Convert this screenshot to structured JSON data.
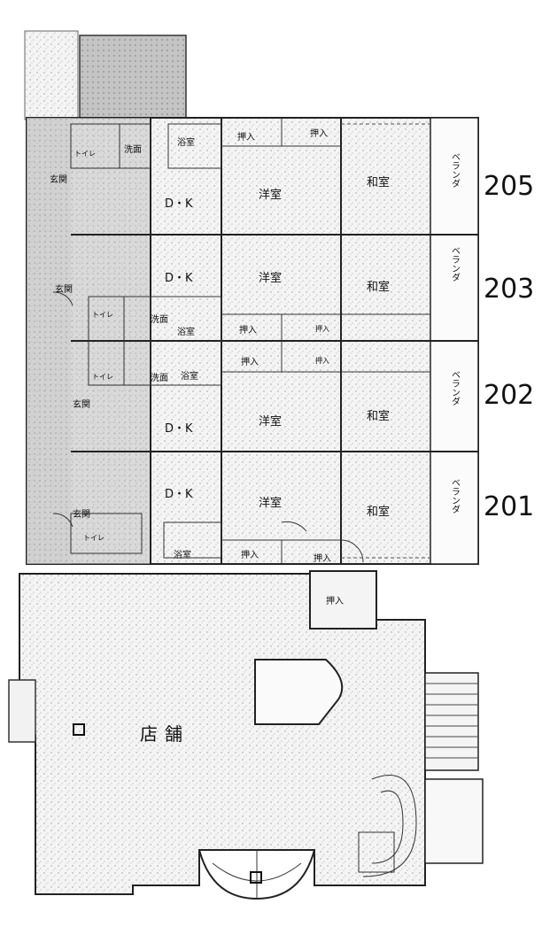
{
  "unit_numbers": [
    "205",
    "203",
    "202",
    "201"
  ],
  "labels": {
    "oshiire": "押入",
    "washitsu": "和室",
    "youshitsu": "洋室",
    "dk": "D・K",
    "genkan": "玄関",
    "toilet": "トイレ",
    "senmen": "洗面",
    "yokushitsu": "浴室",
    "veranda": "ベランダ",
    "tenpo": "店舗"
  },
  "colors": {
    "shade": "#b8b8b8",
    "shade_light": "#d6d6d6",
    "ink": "#111111"
  }
}
